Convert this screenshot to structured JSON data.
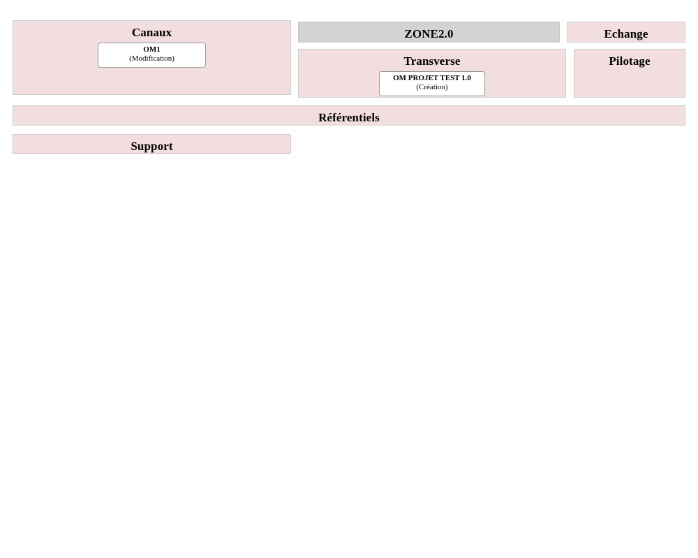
{
  "page": {
    "background_color": "#ffffff",
    "panel_color": "#f2dede",
    "panel_border_color": "#cccccc",
    "highlight_color": "#d3d3d3",
    "card_color": "#ffffff",
    "card_border_color": "#999999"
  },
  "zones": {
    "canaux": {
      "label": "Canaux",
      "applications": [
        {
          "name": "OM1",
          "state": "(Modification)"
        }
      ]
    },
    "zone20": {
      "label": "ZONE2.0",
      "highlighted": true
    },
    "echange": {
      "label": "Echange"
    },
    "transverse": {
      "label": "Transverse",
      "applications": [
        {
          "name": "OM PROJET TEST 1.0",
          "state": "(Création)"
        }
      ]
    },
    "pilotage": {
      "label": "Pilotage"
    },
    "referentiels": {
      "label": "Référentiels"
    },
    "support": {
      "label": "Support"
    }
  }
}
